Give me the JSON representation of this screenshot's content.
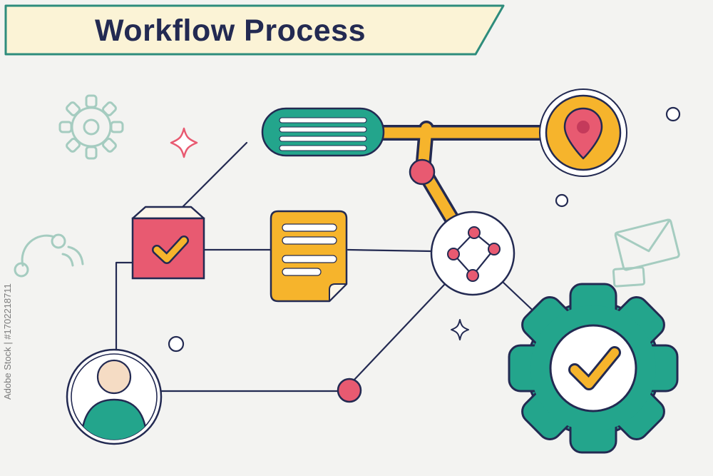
{
  "banner": {
    "title": "Workflow Process"
  },
  "watermark": {
    "text": "Adobe Stock | #1702218711"
  },
  "palette": {
    "background": "#f3f3f1",
    "teal": "#23a58c",
    "yellow": "#f6b42c",
    "red": "#e85a71",
    "navy": "#232a52",
    "cream": "#fbf3d6",
    "banner_border": "#2e8c7c",
    "light_teal": "#a5ccc0",
    "skin": "#f5dcc4",
    "white": "#ffffff"
  },
  "diagram": {
    "elements": [
      "task-list-card",
      "map-pin-badge",
      "junction-dot-top",
      "network-diagram-node",
      "package-box-with-check",
      "document-file",
      "user-avatar",
      "settings-gear-with-check",
      "junction-dot-bottom"
    ],
    "decorations": [
      "gear-outline-doodle",
      "red-sparkle",
      "navy-sparkle",
      "phone-call-doodle",
      "mail-papers-doodle",
      "small-circle-top-right",
      "small-circle-mid-right",
      "small-circle-mid-left"
    ]
  }
}
